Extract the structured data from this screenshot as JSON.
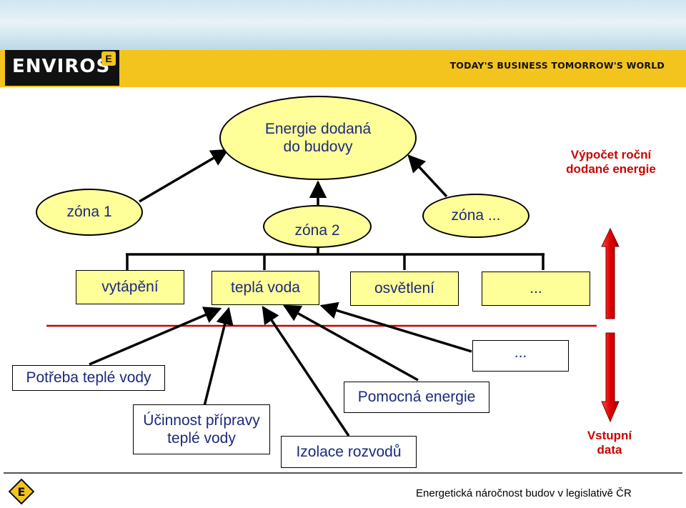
{
  "header": {
    "logo_text": "ENVIROS",
    "logo_mark": "E",
    "tagline": "TODAY'S BUSINESS TOMORROW'S WORLD"
  },
  "diagram": {
    "root": [
      "Energie dodaná",
      "do budovy"
    ],
    "zones": [
      "zóna 1",
      "zóna 2",
      "zóna ..."
    ],
    "uses": [
      "vytápění",
      "teplá voda",
      "osvětlení",
      "..."
    ],
    "inputs": {
      "potreba": "Potřeba teplé vody",
      "ucinnost": [
        "Účinnost přípravy",
        "teplé vody"
      ],
      "pomocna": "Pomocná energie",
      "izolace": "Izolace rozvodů",
      "more": "..."
    }
  },
  "side_labels": {
    "top": [
      "Výpočet roční",
      "dodané energie"
    ],
    "bottom": [
      "Vstupní",
      "data"
    ]
  },
  "colors": {
    "accent_red": "#cc0000",
    "node_fill": "#ffff99",
    "text_blue": "#1a2a7a",
    "banner_yellow": "#f2c41d"
  },
  "footer": {
    "title": "Energetická náročnost budov v legislativě ČR"
  }
}
